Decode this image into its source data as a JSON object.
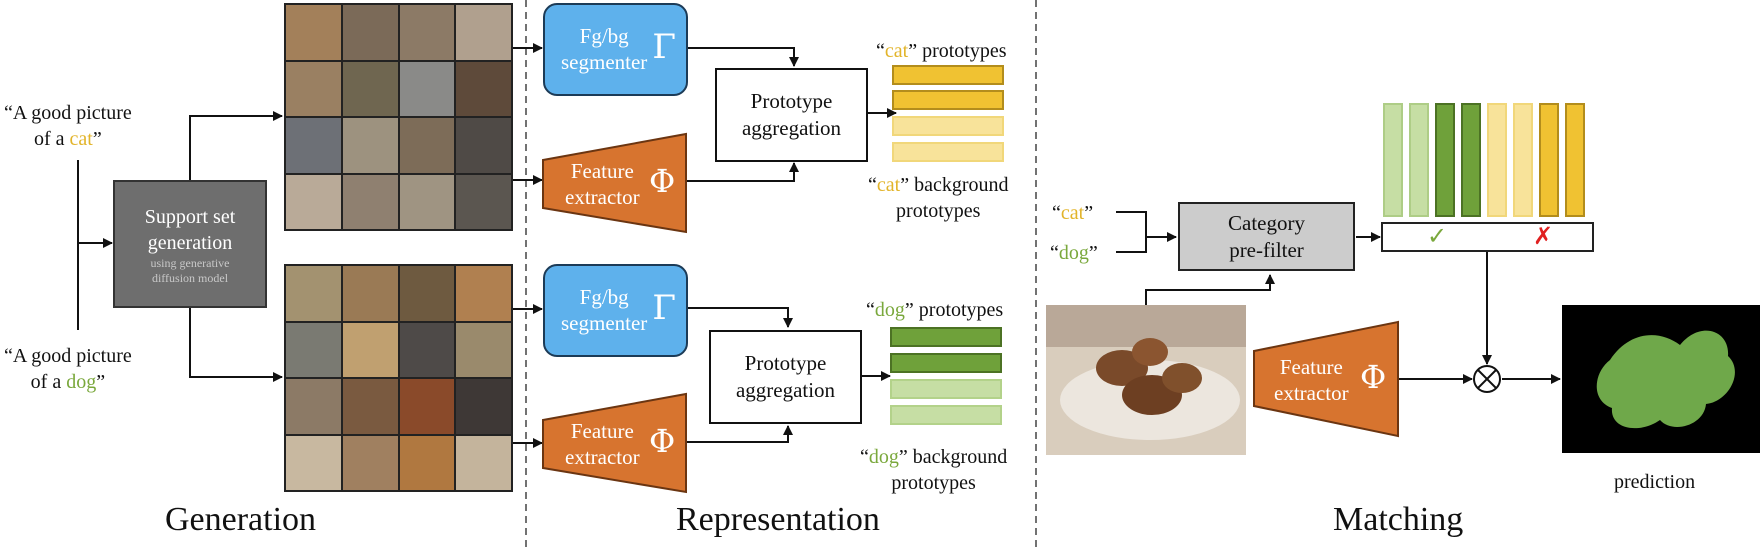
{
  "sections": {
    "generation": "Generation",
    "representation": "Representation",
    "matching": "Matching"
  },
  "prompts": {
    "cat": {
      "line1": "“A good picture",
      "line2_pre": "of a ",
      "word": "cat",
      "line2_post": "”"
    },
    "dog": {
      "line1": "“A good picture",
      "line2_pre": "of a ",
      "word": "dog",
      "line2_post": "”"
    }
  },
  "support_box": {
    "title1": "Support set",
    "title2": "generation",
    "sub1": "using generative",
    "sub2": "diffusion model"
  },
  "segmenter": {
    "line1": "Fg/bg",
    "line2": "segmenter",
    "symbol": "Γ"
  },
  "feature_extractor": {
    "line1": "Feature",
    "line2": "extractor",
    "symbol": "Φ"
  },
  "aggregation": {
    "line1": "Prototype",
    "line2": "aggregation"
  },
  "cat_protos": {
    "q_open": "“",
    "word": "cat",
    "q_close": "”",
    "fg_suffix": " prototypes",
    "bg_suffix": " background",
    "bg_line2": "prototypes"
  },
  "dog_protos": {
    "q_open": "“",
    "word": "dog",
    "q_close": "”",
    "fg_suffix": " prototypes",
    "bg_suffix": " background",
    "bg_line2": "prototypes"
  },
  "matching": {
    "cat_label": {
      "q_open": "“",
      "word": "cat",
      "q_close": "”"
    },
    "dog_label": {
      "q_open": "“",
      "word": "dog",
      "q_close": "”"
    },
    "prefilter1": "Category",
    "prefilter2": "pre-filter",
    "check": "✓",
    "cross": "✗",
    "multiply": "⊗",
    "prediction": "prediction"
  },
  "colors": {
    "cat_accent": "#e2b42a",
    "dog_accent": "#7aa83c",
    "segmenter_fill": "#5eb1ec",
    "extractor_fill": "#d7742f",
    "support_fill": "#6e6e6e",
    "prefilter_fill": "#cccccc",
    "cat_proto_fg": "#f0c232",
    "cat_proto_bg": "#f8e39a",
    "dog_proto_fg": "#6fa13a",
    "dog_proto_bg": "#c6dea4"
  },
  "icons": [
    "cat-photo-grid",
    "dog-photo-grid",
    "query-photo-dogs-on-bed",
    "segmentation-mask-prediction",
    "check-icon",
    "cross-icon",
    "multiply-icon"
  ]
}
